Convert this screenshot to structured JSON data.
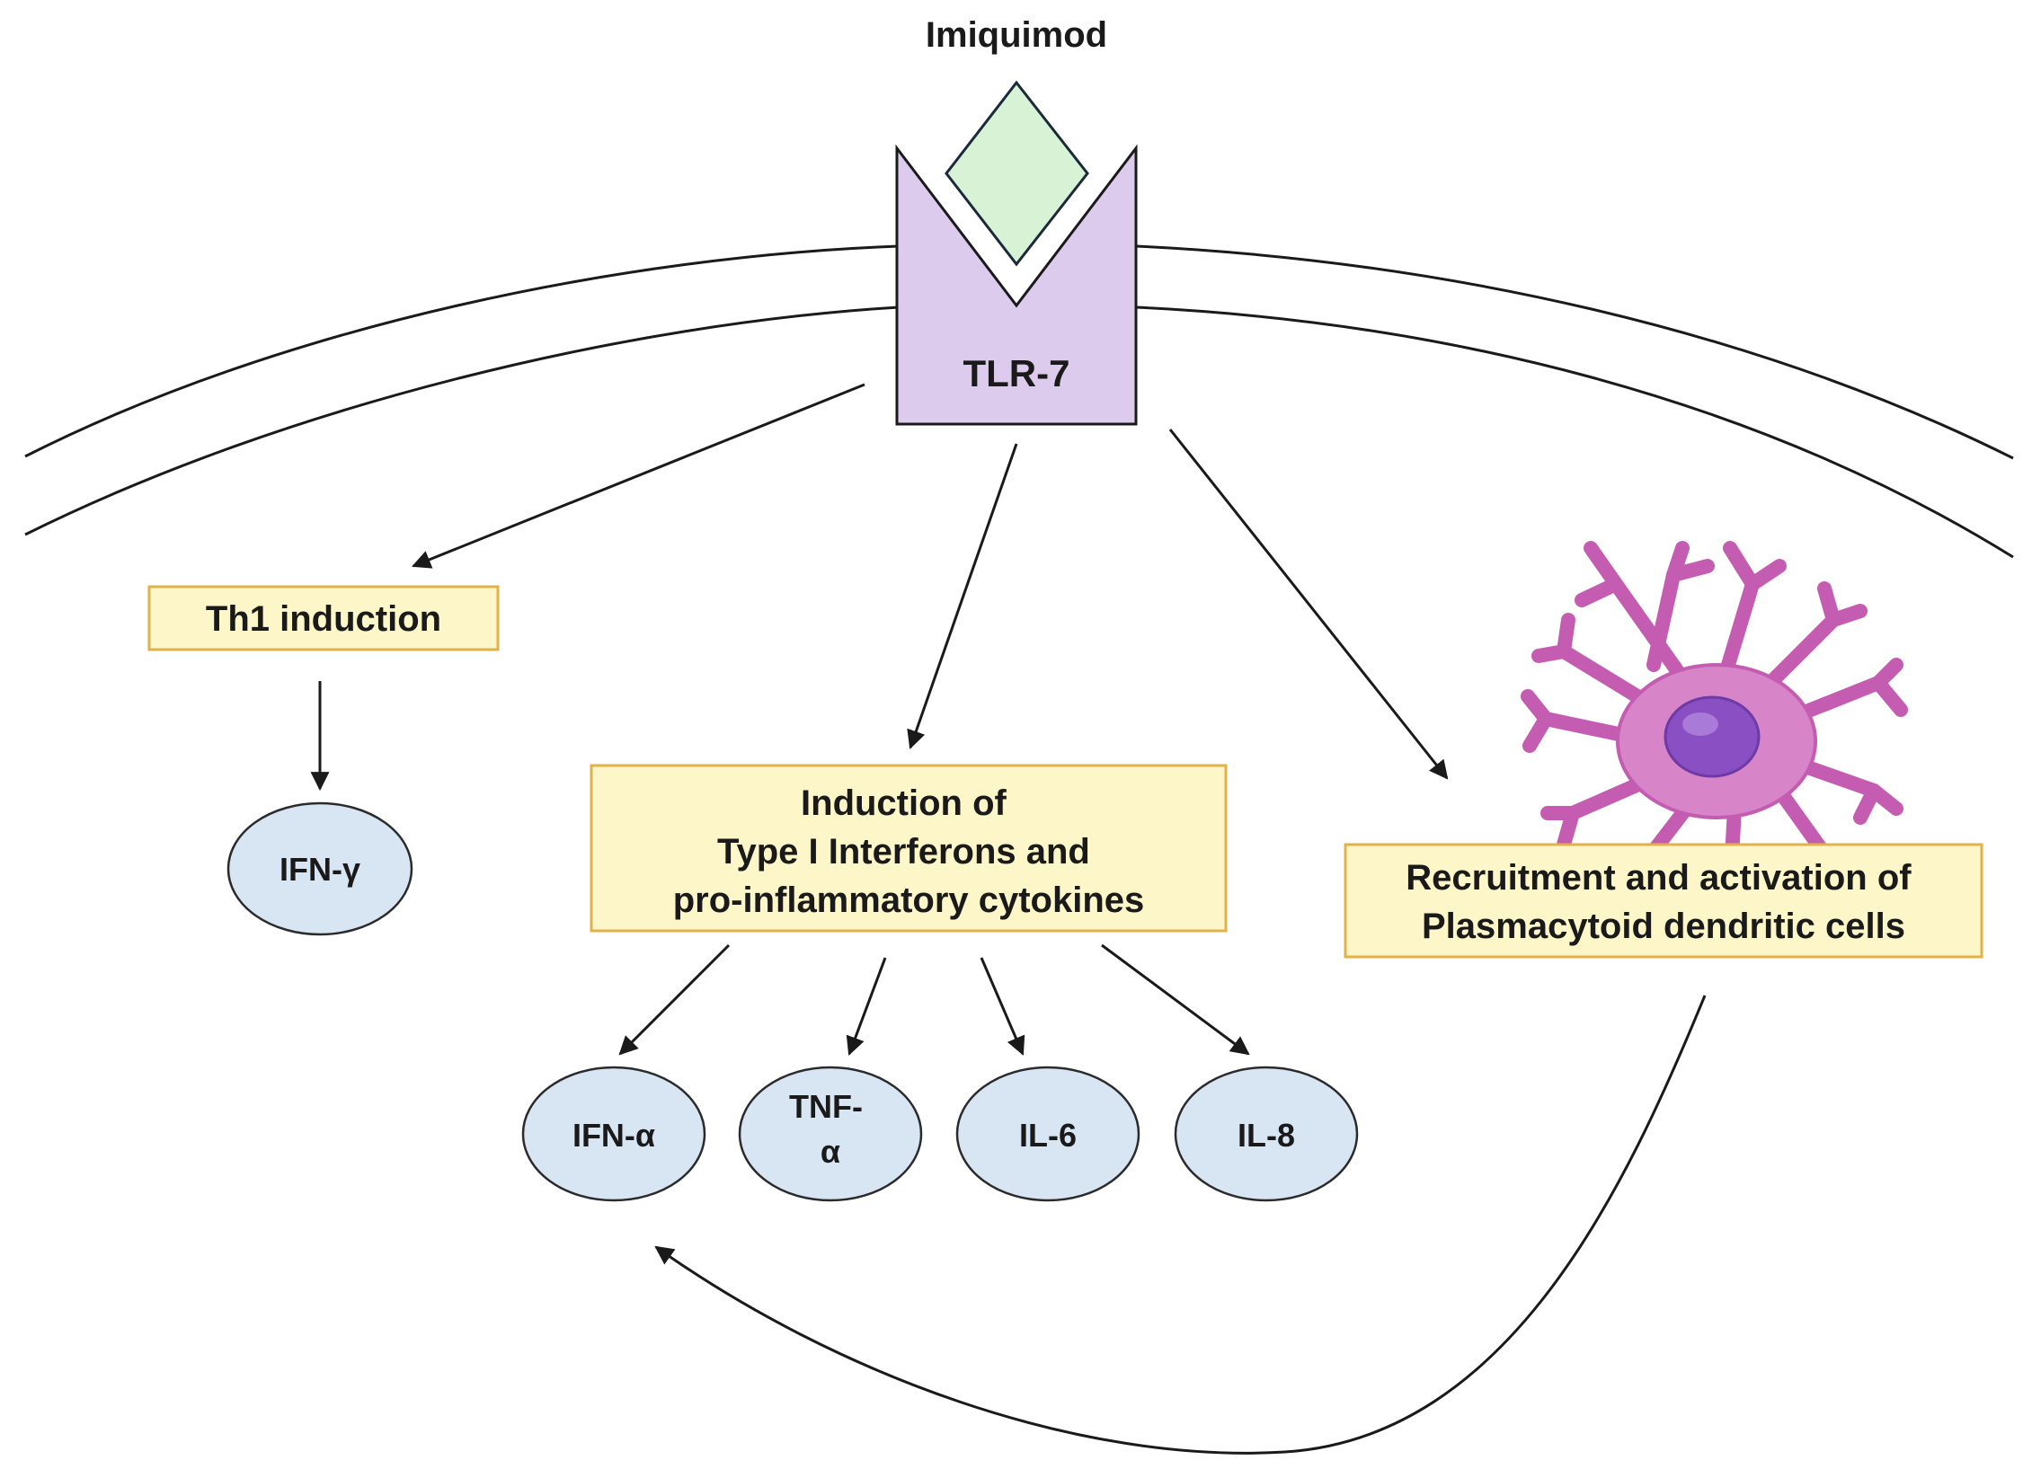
{
  "ligand": {
    "label": "Imiquimod"
  },
  "receptor": {
    "label": "TLR-7"
  },
  "pathways": {
    "th1": {
      "label": "Th1 induction",
      "product": "IFN-γ"
    },
    "interferons": {
      "label_lines": [
        "Induction of",
        "Type I Interferons and",
        "pro-inflammatory cytokines"
      ],
      "products": [
        {
          "lines": [
            "IFN-α"
          ]
        },
        {
          "lines": [
            "TNF-",
            "α"
          ]
        },
        {
          "lines": [
            "IL-6"
          ]
        },
        {
          "lines": [
            "IL-8"
          ]
        }
      ]
    },
    "pdc": {
      "label_lines": [
        "Recruitment and activation of",
        "Plasmacytoid dendritic cells"
      ]
    }
  },
  "colors": {
    "ligand_fill": "#d8f2d6",
    "receptor_fill": "#dccbec",
    "box_fill": "#fdf6c8",
    "box_border": "#e2b24a",
    "oval_fill": "#d8e6f4",
    "cell_fill": "#d57cc4",
    "nucleus_fill": "#8a4fc2"
  },
  "icons": [
    "plasmacytoid-dendritic-cell-icon"
  ]
}
